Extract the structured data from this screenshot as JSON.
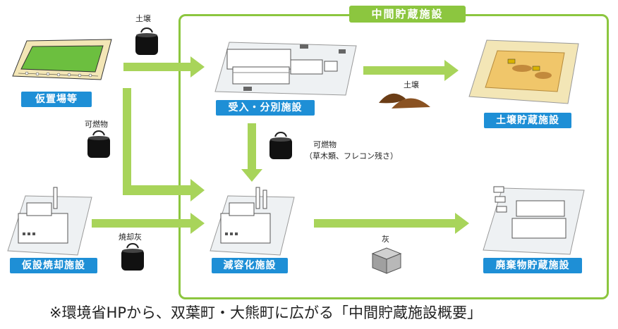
{
  "frame": {
    "title": "中間貯蔵施設"
  },
  "labels": {
    "temp_storage": "仮置場等",
    "reception": "受入・分別施設",
    "soil_storage": "土壌貯蔵施設",
    "temp_incinerator": "仮設焼却施設",
    "volume_reduction": "減容化施設",
    "waste_storage": "廃棄物貯蔵施設"
  },
  "flows": {
    "soil_top": "土壌",
    "combustible_left": "可燃物",
    "soil_right": "土壌",
    "combustible_center": "可燃物",
    "combustible_center_detail": "（草木類、フレコン残さ）",
    "incineration_ash": "焼却灰",
    "ash": "灰"
  },
  "footnote": "※環境省HPから、双葉町・大熊町に広がる「中間貯蔵施設概要」",
  "colors": {
    "frame": "#8cc63f",
    "label_bg": "#1e8fd6",
    "arrow": "#a8d45a"
  }
}
